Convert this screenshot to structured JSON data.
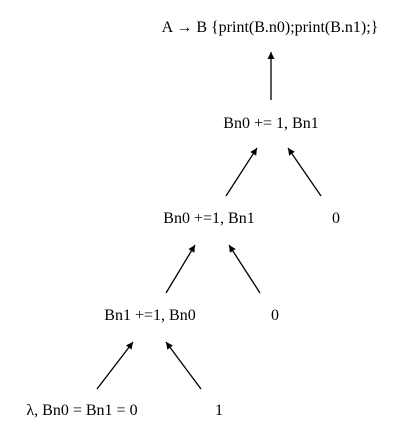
{
  "tree": {
    "root": "A → B {print(B.n0);print(B.n1);}",
    "level1": "Bn0 += 1, Bn1",
    "level2_left": "Bn0 +=1, Bn1",
    "level2_right": "0",
    "level3_left": "Bn1 +=1, Bn0",
    "level3_right": "0",
    "level4_left": "λ, Bn0 = Bn1 = 0",
    "level4_right": "1"
  }
}
